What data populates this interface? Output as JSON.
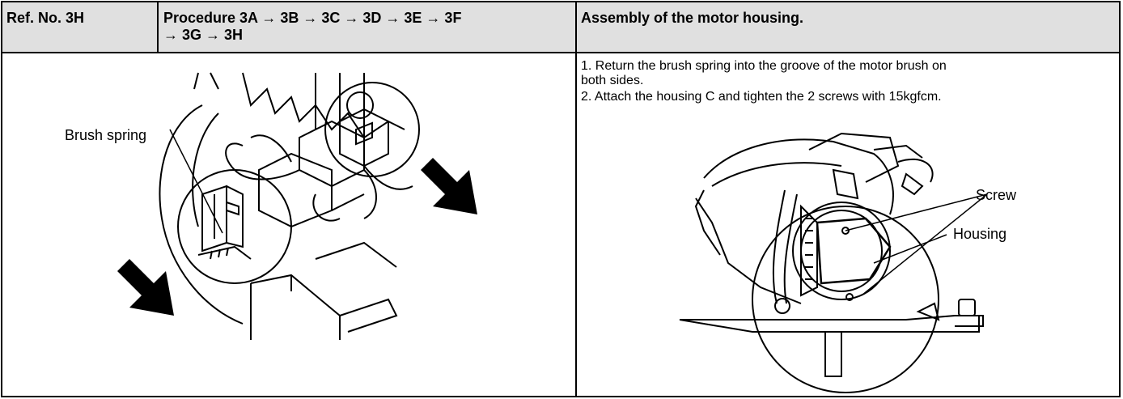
{
  "header": {
    "ref_no": "Ref. No. 3H",
    "procedure_line1": "Procedure 3A → 3B → 3C → 3D → 3E → 3F",
    "procedure_line2": "→ 3G → 3H",
    "title": "Assembly of the motor housing."
  },
  "instructions": {
    "step1_line1": "1. Return the brush spring into the groove of the motor brush on",
    "step1_line2": "both sides.",
    "step2": "2. Attach the housing C and tighten the 2 screws with 15kgfcm."
  },
  "figures": {
    "left_label": "Brush spring",
    "right_label_screw": "Screw",
    "right_label_housing": "Housing"
  }
}
